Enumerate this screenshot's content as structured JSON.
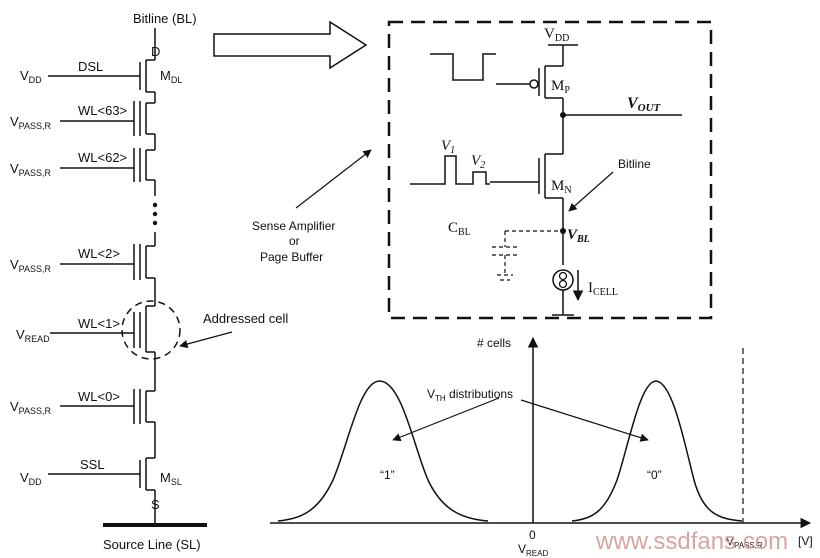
{
  "string": {
    "bitline_top": "Bitline (BL)",
    "drain": "D",
    "source": "S",
    "source_line": "Source Line (SL)",
    "vdd": "V",
    "vdd_sub": "DD",
    "vpass": "V",
    "vpass_sub": "PASS,R",
    "vread": "V",
    "vread_sub": "READ",
    "dsl": "DSL",
    "ssl": "SSL",
    "wl63": "WL<63>",
    "wl62": "WL<62>",
    "wl2": "WL<2>",
    "wl1": "WL<1>",
    "wl0": "WL<0>",
    "mdl": "M",
    "mdl_sub": "DL",
    "msl": "M",
    "msl_sub": "SL",
    "addressed_cell": "Addressed cell"
  },
  "sense_amp": {
    "caption_line1": "Sense Amplifier",
    "caption_line2": "or",
    "caption_line3": "Page Buffer",
    "vdd": "V",
    "vdd_sub": "DD",
    "mp": "M",
    "mp_sub": "P",
    "mn": "M",
    "mn_sub": "N",
    "vout": "V",
    "vout_sub": "OUT",
    "v1": "V",
    "v1_sub": "1",
    "v2": "V",
    "v2_sub": "2",
    "bitline": "Bitline",
    "cbl": "C",
    "cbl_sub": "BL",
    "vbl": "V",
    "vbl_sub": "BL",
    "icell": "I",
    "icell_sub": "CELL"
  },
  "distribution": {
    "y_label": "# cells",
    "vth_label": "V",
    "vth_sub": "TH",
    "vth_rest": " distributions",
    "state1": "“1”",
    "state0": "“0”",
    "zero": "0",
    "vread": "V",
    "vread_sub": "READ",
    "vpass": "V",
    "vpass_sub": "PASS,R",
    "unit": "[V]"
  },
  "watermark": "www.ssdfans.com"
}
